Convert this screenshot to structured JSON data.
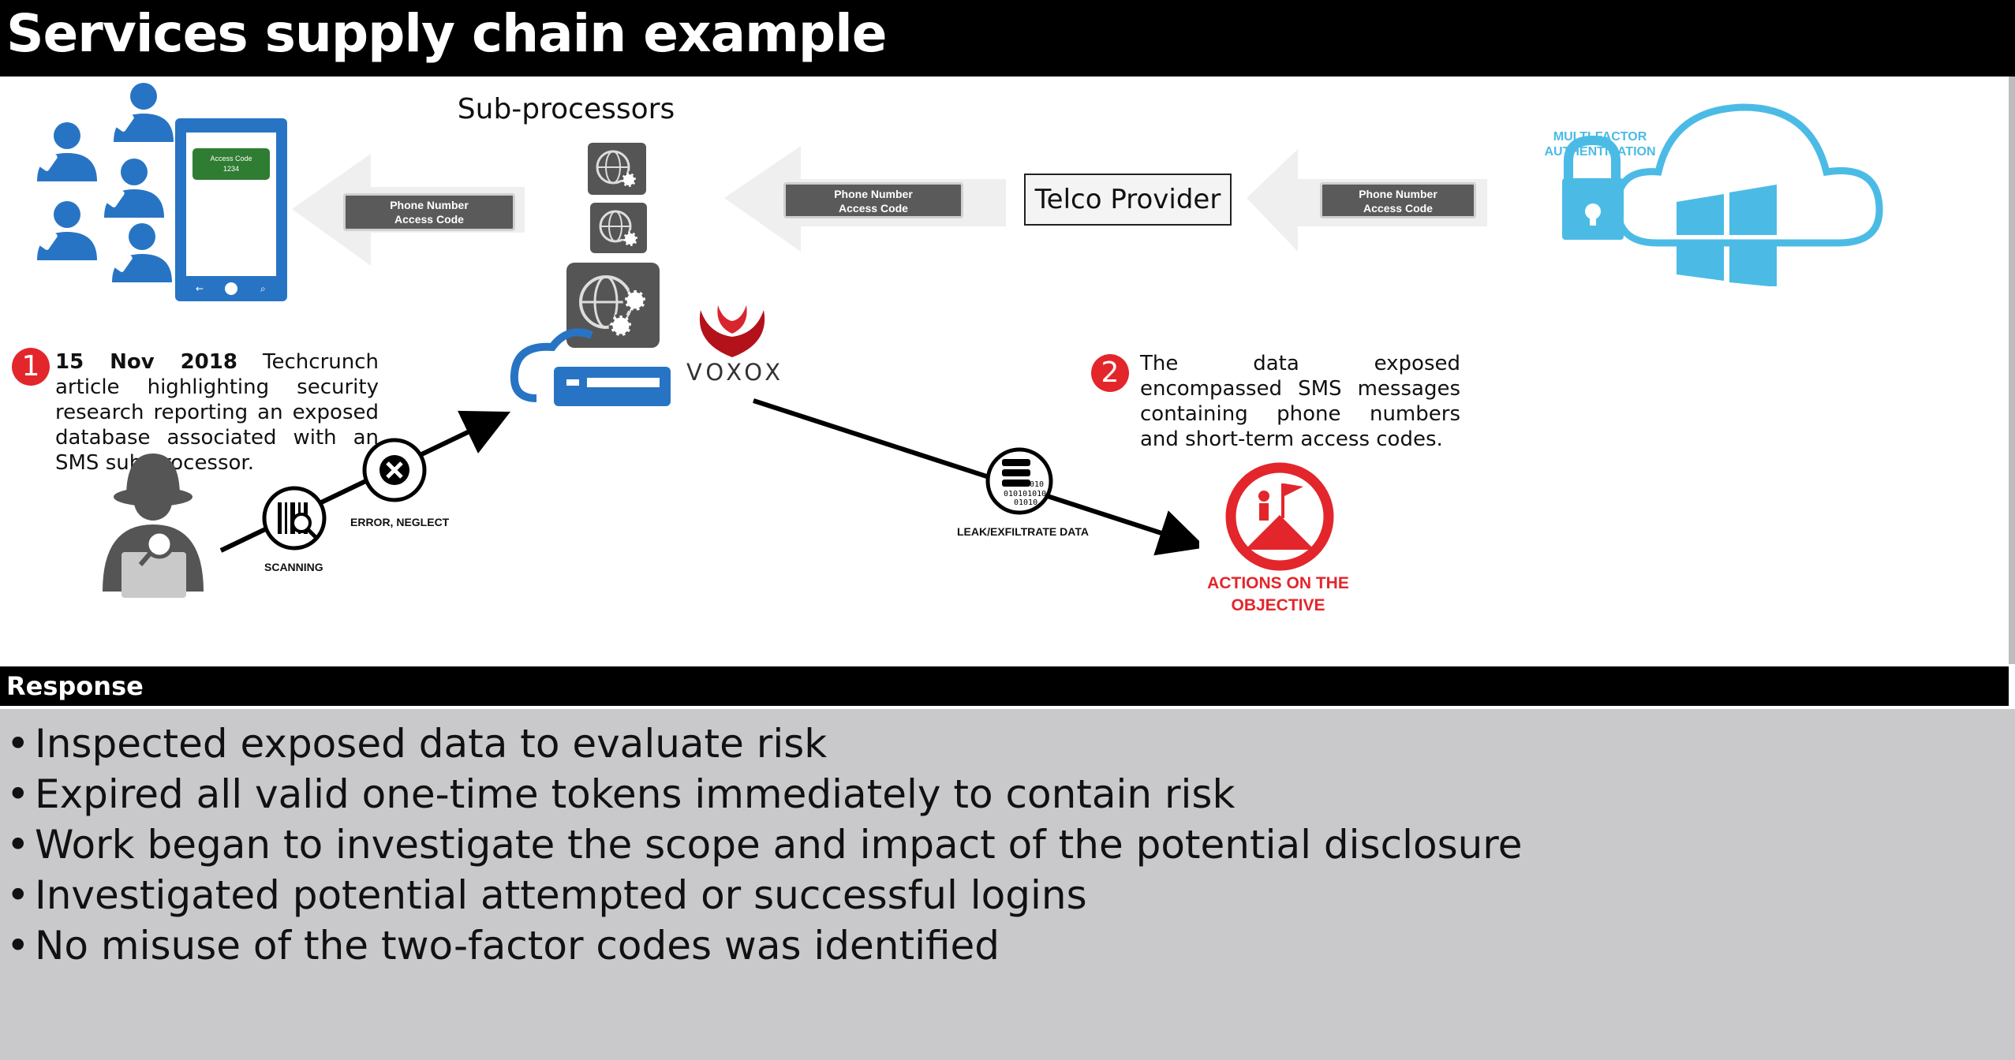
{
  "title": "Services supply chain example",
  "diagram": {
    "subprocessors_title": "Sub-processors",
    "telco_provider": "Telco Provider",
    "mfa_label_line1": "MULTI-FACTOR",
    "mfa_label_line2": "AUTHENTICATION",
    "phone_screen_line1": "Access Code",
    "phone_screen_line2": "1234",
    "pills": [
      {
        "line1": "Phone Number",
        "line2": "Access Code"
      },
      {
        "line1": "Phone Number",
        "line2": "Access Code"
      },
      {
        "line1": "Phone Number",
        "line2": "Access Code"
      }
    ],
    "step1": {
      "number": "1",
      "date": "15 Nov 2018",
      "text": " Techcrunch article highlighting security research reporting an exposed database associated with an SMS sub-processor."
    },
    "step2": {
      "number": "2",
      "text": "The data exposed encompassed SMS messages containing phone numbers and short-term access codes."
    },
    "scanning_label": "SCANNING",
    "error_label": "ERROR, NEGLECT",
    "leak_label": "LEAK/EXFILTRATE DATA",
    "binary_lines": [
      "010",
      "010101010",
      "01010"
    ],
    "objective_line1": "ACTIONS ON THE",
    "objective_line2": "OBJECTIVE",
    "voxox_word": "VOXOX"
  },
  "response": {
    "title": "Response",
    "bullet": "•",
    "items": [
      "Inspected exposed data to evaluate risk",
      "Expired all valid one-time tokens immediately to contain risk",
      "Work began to investigate the scope and impact of the potential disclosure",
      "Investigated potential attempted or successful logins",
      "No misuse of the two-factor codes was identified"
    ]
  },
  "colors": {
    "header": "#000000",
    "accent_red": "#e3262b",
    "user_blue": "#2874c4",
    "cloud_blue": "#4bbbe6",
    "response_bg": "#c9c9cb"
  }
}
